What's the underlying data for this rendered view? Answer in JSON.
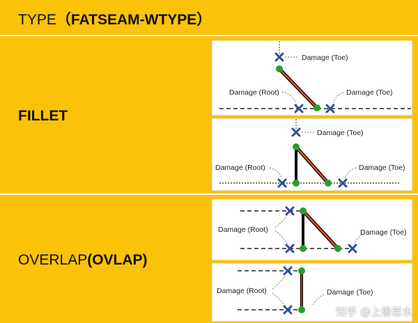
{
  "header": {
    "title_plain": "TYPE",
    "title_bold": "（FATSEAM-WTYPE）"
  },
  "rows": {
    "fillet": {
      "label": "FILLET"
    },
    "overlap": {
      "label_plain": "OVERLAP",
      "label_bold": "(OVLAP)"
    }
  },
  "labels": {
    "damage_toe": "Damage (Toe)",
    "damage_root": "Damage (Root)"
  },
  "colors": {
    "band": "#fbc20a",
    "weld": "#e0531e",
    "weld_outline": "#000000",
    "node": "#22a02a",
    "damage_marker": "#2f4f9a"
  },
  "watermark": "知乎 @上善若水"
}
